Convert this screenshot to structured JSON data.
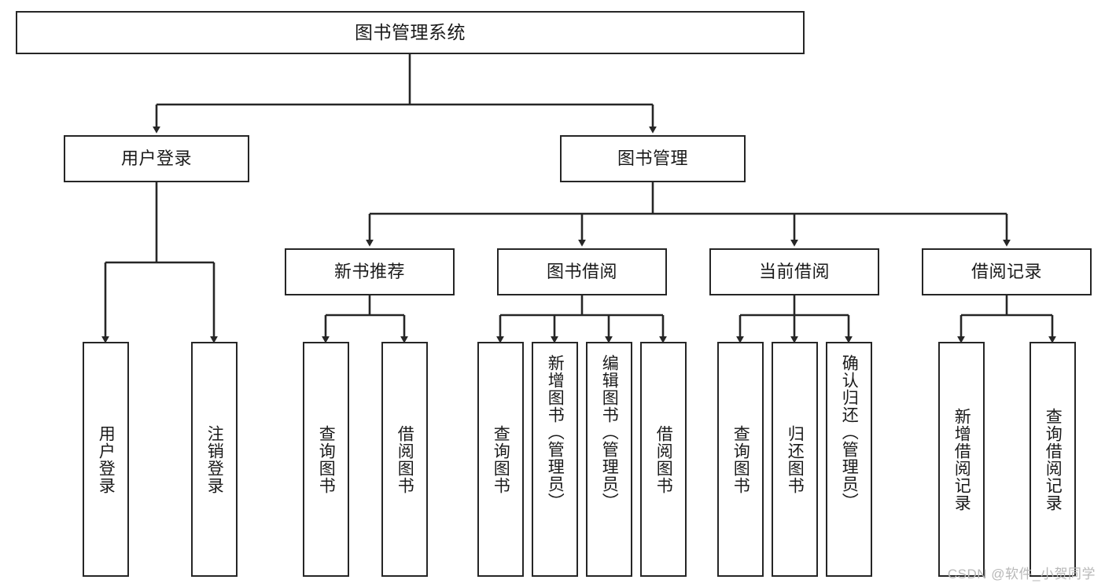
{
  "diagram": {
    "title": "图书管理系统",
    "watermark": "CSDN @软件_小贺同学",
    "colors": {
      "stroke": "#262626",
      "text": "#1a1a1a",
      "background": "#ffffff",
      "watermark": "#b8b8b8"
    },
    "root": {
      "label": "图书管理系统"
    },
    "level2": [
      {
        "label": "用户登录"
      },
      {
        "label": "图书管理"
      }
    ],
    "level3": [
      {
        "label": "新书推荐"
      },
      {
        "label": "图书借阅"
      },
      {
        "label": "当前借阅"
      },
      {
        "label": "借阅记录"
      }
    ],
    "leaves": {
      "user_login": [
        {
          "label": "用户登录"
        },
        {
          "label": "注销登录"
        }
      ],
      "new_book": [
        {
          "label": "查询图书"
        },
        {
          "label": "借阅图书"
        }
      ],
      "book_borrow": [
        {
          "label": "查询图书"
        },
        {
          "label": "新增图书（管理员）"
        },
        {
          "label": "编辑图书（管理员）"
        },
        {
          "label": "借阅图书"
        }
      ],
      "current_borrow": [
        {
          "label": "查询图书"
        },
        {
          "label": "归还图书"
        },
        {
          "label": "确认归还（管理员）"
        }
      ],
      "borrow_record": [
        {
          "label": "新增借阅记录"
        },
        {
          "label": "查询借阅记录"
        }
      ]
    }
  }
}
